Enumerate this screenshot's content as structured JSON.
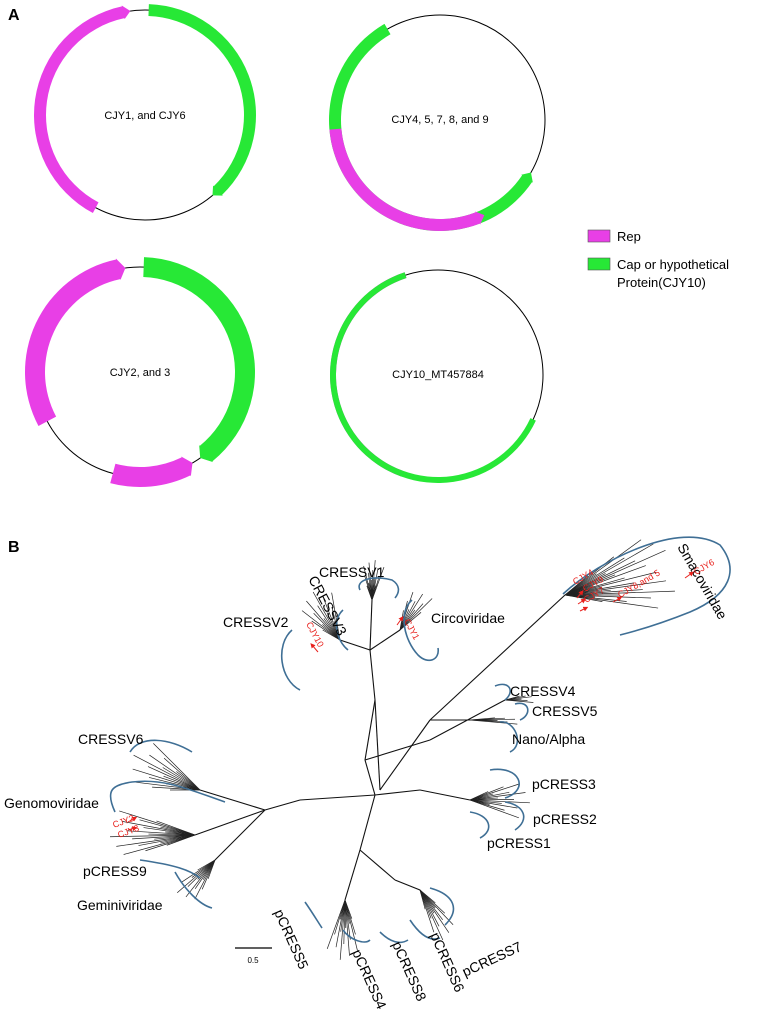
{
  "panels": {
    "a": "A",
    "b": "B"
  },
  "legend": {
    "rep_label": "Rep",
    "cap_label_line1": "Cap or hypothetical",
    "cap_label_line2": "Protein(CJY10)",
    "rep_color": "#e83fe6",
    "cap_color": "#27e836"
  },
  "genomes": [
    {
      "label": "CJY1, and CJY6"
    },
    {
      "label": "CJY4, 5, 7, 8, and 9"
    },
    {
      "label": "CJY2, and 3"
    },
    {
      "label": "CJY10_MT457884"
    }
  ],
  "tree": {
    "clades": {
      "cressv1": "CRESSV1",
      "cressv2": "CRESSV2",
      "cressv3": "CRESSV3",
      "circoviridae": "Circoviridae",
      "smacoviridae": "Smacoviridae",
      "cressv4": "CRESSV4",
      "cressv5": "CRESSV5",
      "nanoalpha": "Nano/Alpha",
      "pcress3": "pCRESS3",
      "pcress2": "pCRESS2",
      "pcress1": "pCRESS1",
      "cressv6": "CRESSV6",
      "genomoviridae": "Genomoviridae",
      "pcress9": "pCRESS9",
      "geminiviridae": "Geminiviridae",
      "pcress5": "pCRESS5",
      "pcress4": "pCRESS4",
      "pcress8": "pCRESS8",
      "pcress6": "pCRESS6",
      "pcress7": "pCRESS7"
    },
    "highlights": {
      "cjy1": "CJY1",
      "cjy10": "CJY10",
      "cjy4": "CJY4",
      "cjy9": "CJY9",
      "cjy7": "CJY7",
      "cjy8": "CJY8,and 5",
      "cjy6": "CJY6",
      "cjy2": "CJY2",
      "cjy3": "CJY3"
    },
    "scale_bar": "0.5"
  }
}
